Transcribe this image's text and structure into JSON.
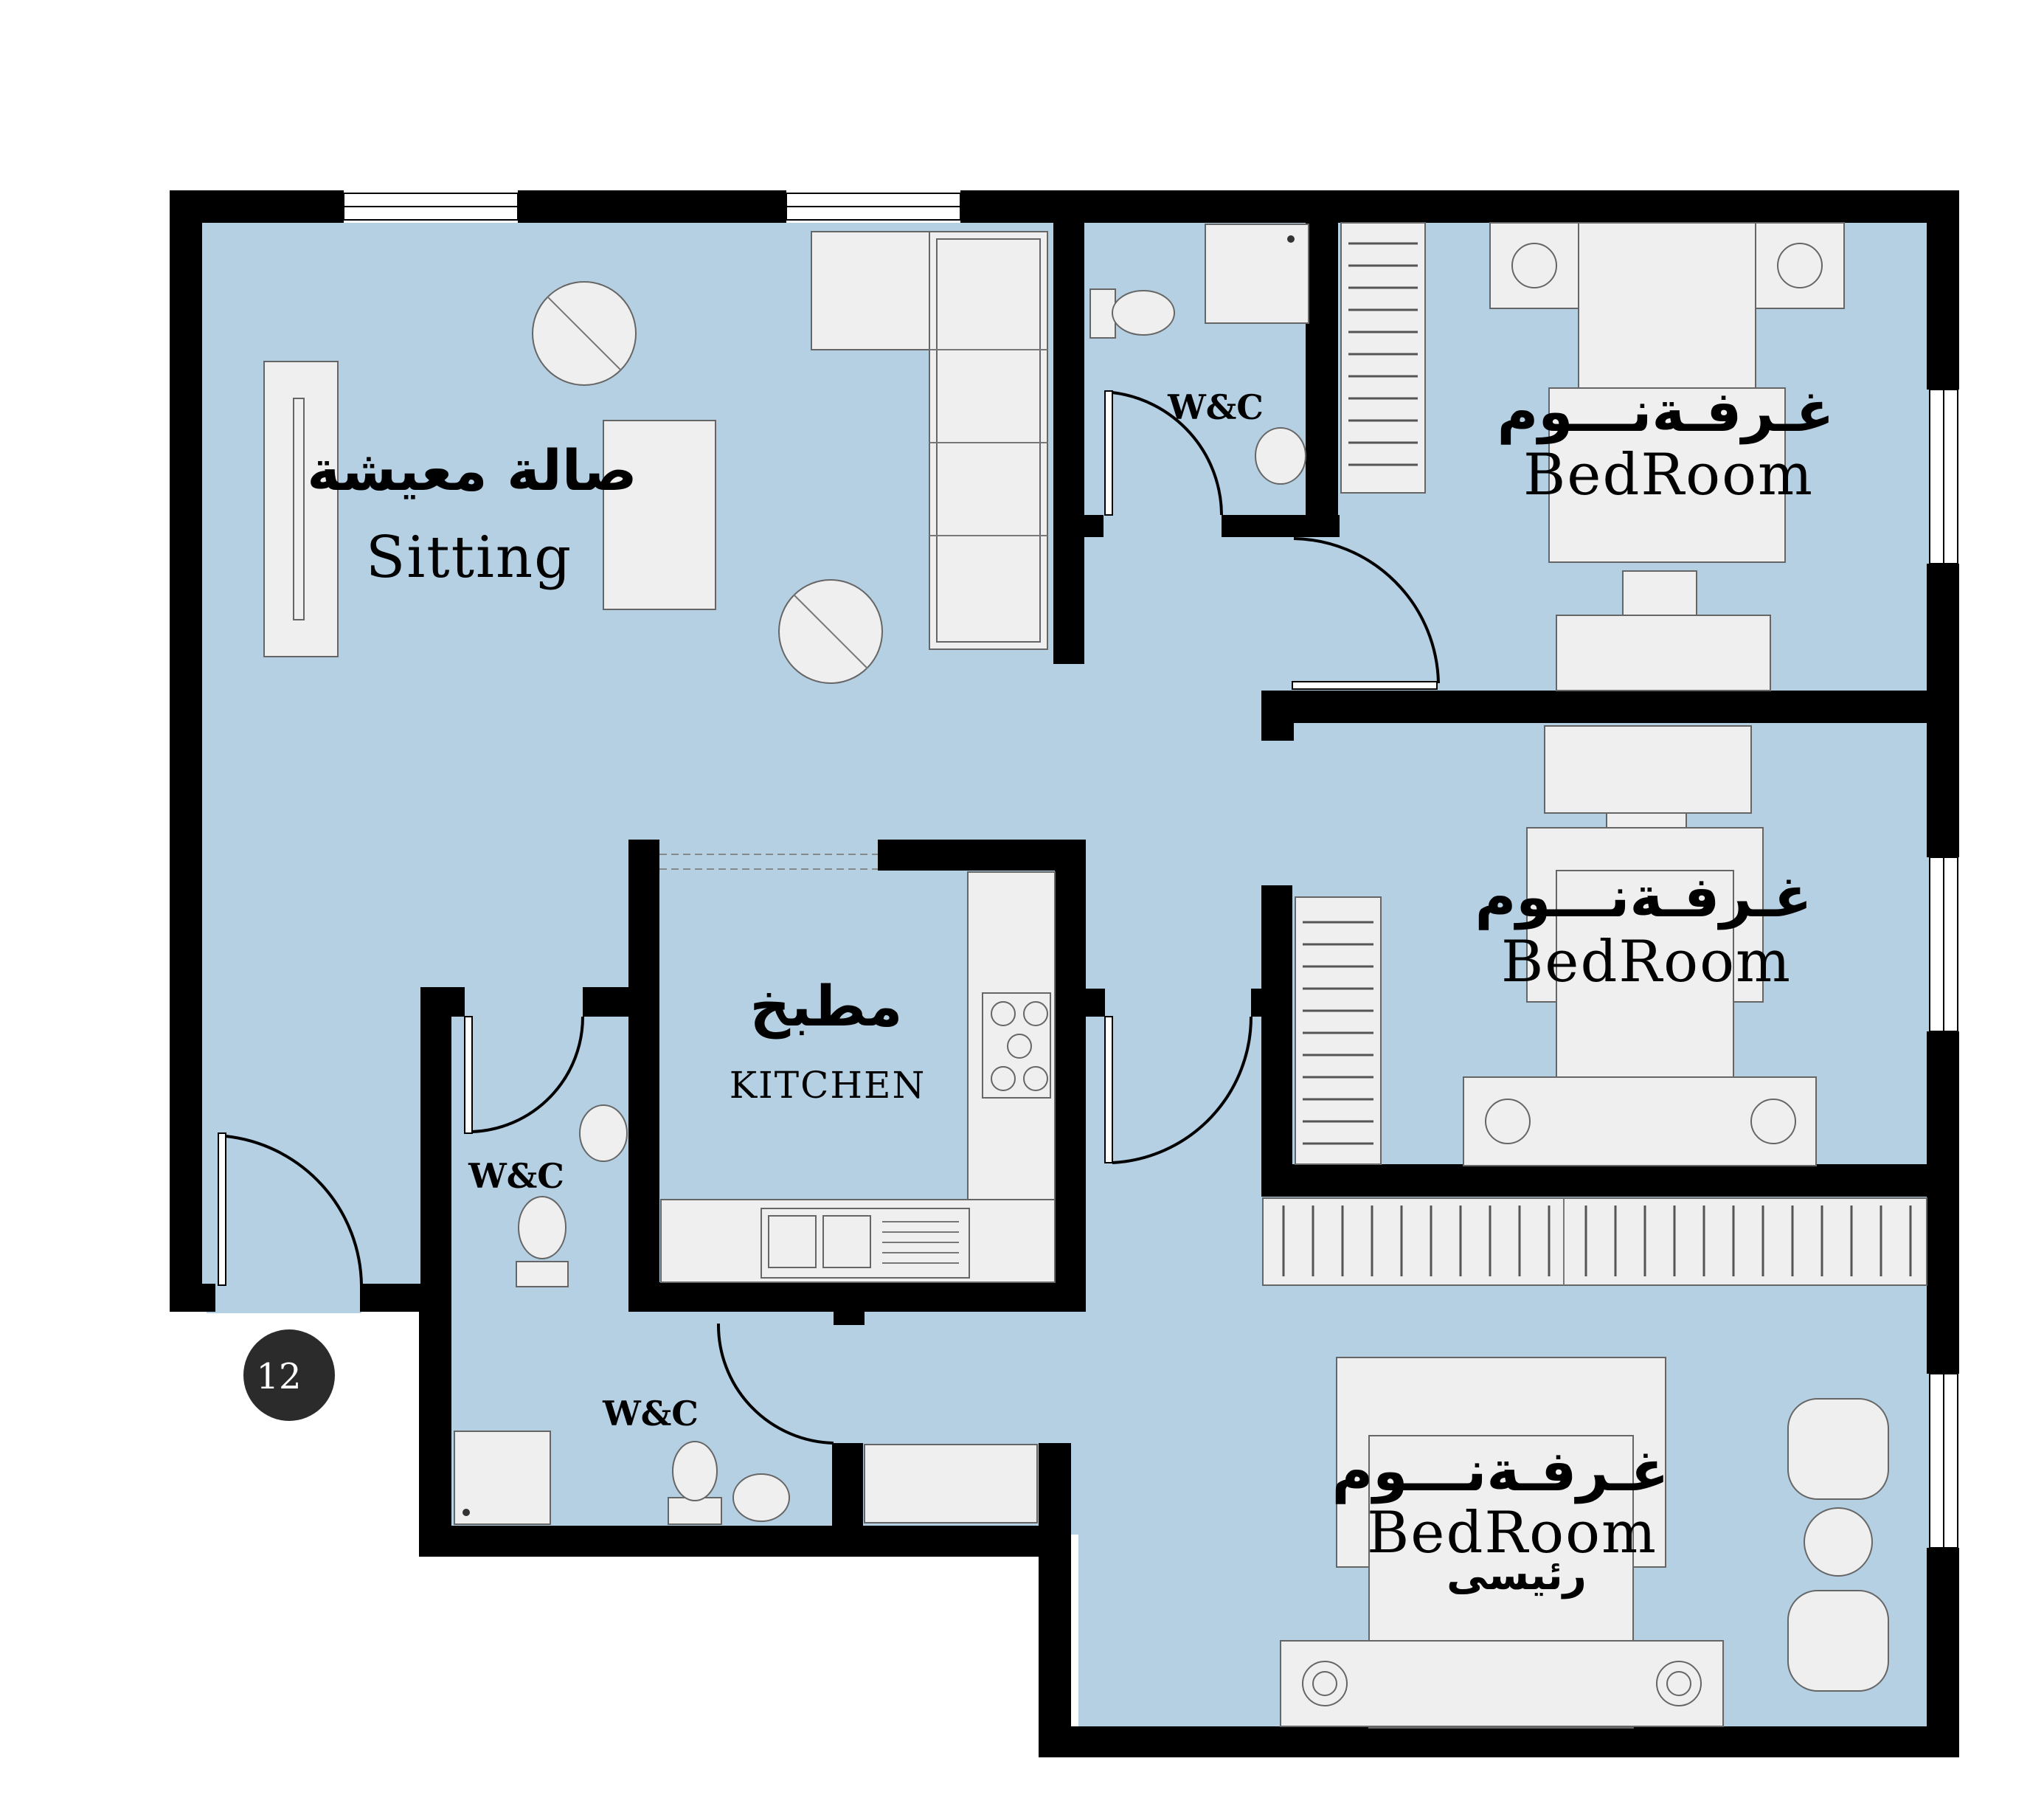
{
  "colors": {
    "floor": "#b5cfe3",
    "wall": "#000000",
    "furniture": "#efefef",
    "badge": "#2b2b2b"
  },
  "rooms": {
    "sitting": {
      "label_ar": "صالة معيشة",
      "label_en": "Sitting"
    },
    "bedroom1": {
      "label_ar": "غـرفـةنـــوم",
      "label_en": "BedRoom"
    },
    "bedroom2": {
      "label_ar": "غـرفـةنـــوم",
      "label_en": "BedRoom"
    },
    "master": {
      "label_ar": "غـرفـةنـــوم",
      "label_en": "BedRoom",
      "sub_ar": "رئيسى"
    },
    "kitchen": {
      "label_ar": "مطبخ",
      "label_en": "KITCHEN"
    },
    "wc_top": {
      "label": "W&C"
    },
    "wc_left": {
      "label": "W&C"
    },
    "wc_bottom": {
      "label": "W&C"
    }
  },
  "badge": {
    "number": "12"
  }
}
